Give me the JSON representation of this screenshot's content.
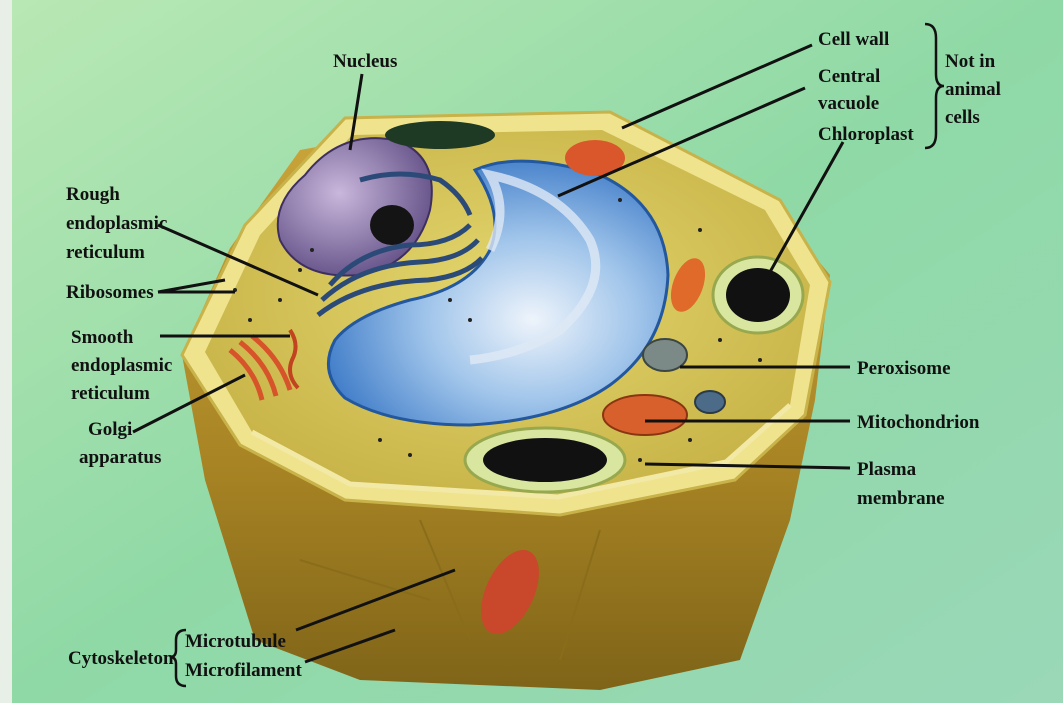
{
  "labels": {
    "nucleus": "Nucleus",
    "cell_wall": "Cell wall",
    "central_vacuole_line1": "Central",
    "central_vacuole_line2": "vacuole",
    "chloroplast": "Chloroplast",
    "not_in_animal_line1": "Not in",
    "not_in_animal_line2": "animal",
    "not_in_animal_line3": "cells",
    "rough_er_line1": "Rough",
    "rough_er_line2": "endoplasmic",
    "rough_er_line3": "reticulum",
    "ribosomes": "Ribosomes",
    "smooth_er_line1": "Smooth",
    "smooth_er_line2": "endoplasmic",
    "smooth_er_line3": "reticulum",
    "golgi_line1": "Golgi",
    "golgi_line2": "apparatus",
    "peroxisome": "Peroxisome",
    "mitochondrion": "Mitochondrion",
    "plasma_membrane_line1": "Plasma",
    "plasma_membrane_line2": "membrane",
    "cytoskeleton": "Cytoskeleton",
    "microtubule": "Microtubule",
    "microfilament": "Microfilament"
  },
  "colors": {
    "background": "#8fd8a2",
    "cell_wall": "#e9dc8a",
    "cytoplasm": "#d9c85a",
    "vacuole": "#3f86d6",
    "nucleus": "#6b5a8e",
    "er": "#2f4d7a",
    "chloroplast": "#111111",
    "mitochondrion": "#d8602c"
  }
}
